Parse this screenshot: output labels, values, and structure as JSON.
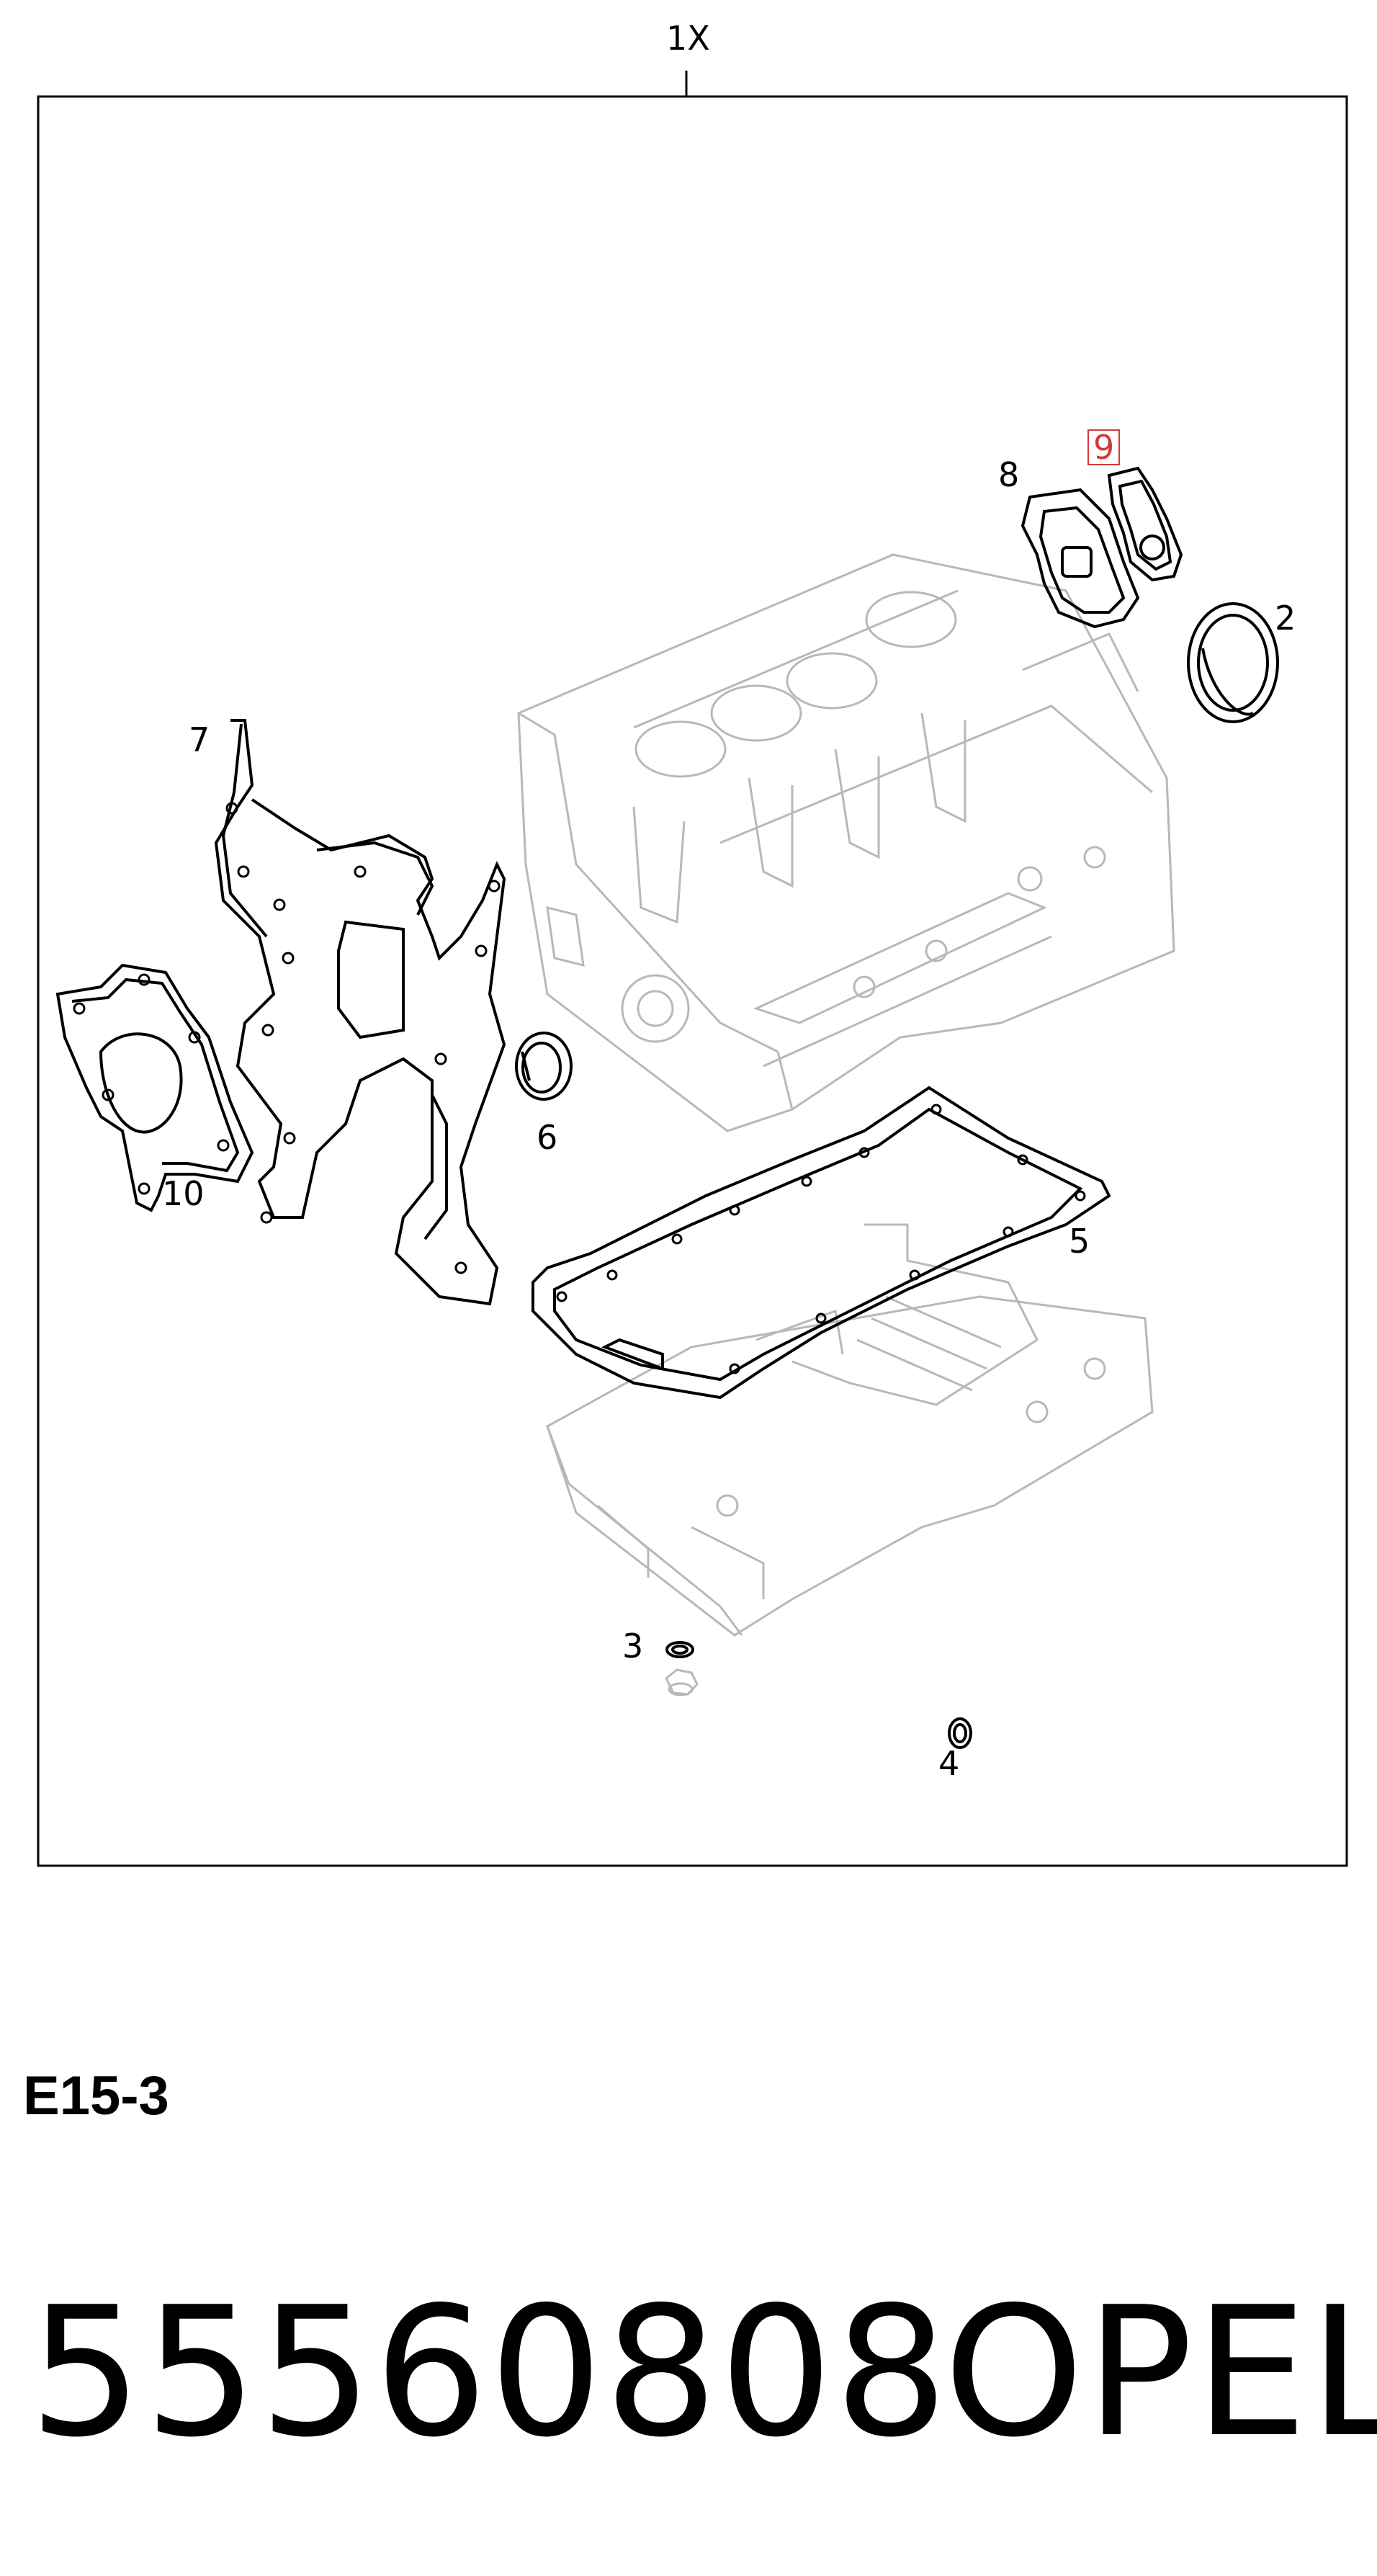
{
  "diagram": {
    "kit_quantity": "1X",
    "callouts": [
      {
        "id": "2",
        "label": "2",
        "part": "crankshaft-rear-seal"
      },
      {
        "id": "3",
        "label": "3",
        "part": "drain-plug-washer"
      },
      {
        "id": "4",
        "label": "4",
        "part": "o-ring"
      },
      {
        "id": "5",
        "label": "5",
        "part": "oil-pan-gasket"
      },
      {
        "id": "6",
        "label": "6",
        "part": "crankshaft-front-seal"
      },
      {
        "id": "7",
        "label": "7",
        "part": "timing-cover-gasket"
      },
      {
        "id": "8",
        "label": "8",
        "part": "oil-cooler-gasket"
      },
      {
        "id": "9",
        "label": "9",
        "part": "oil-filter-housing-gasket",
        "highlighted": true,
        "highlight_color": "#d23a3a"
      },
      {
        "id": "10",
        "label": "10",
        "part": "water-pump-gasket"
      }
    ]
  },
  "engine_code": "E15-3",
  "part_number": "55560808",
  "brand": "OPEL",
  "colors": {
    "linework": "#000000",
    "ghost_linework": "#b8b8b8",
    "highlight": "#d23a3a"
  }
}
